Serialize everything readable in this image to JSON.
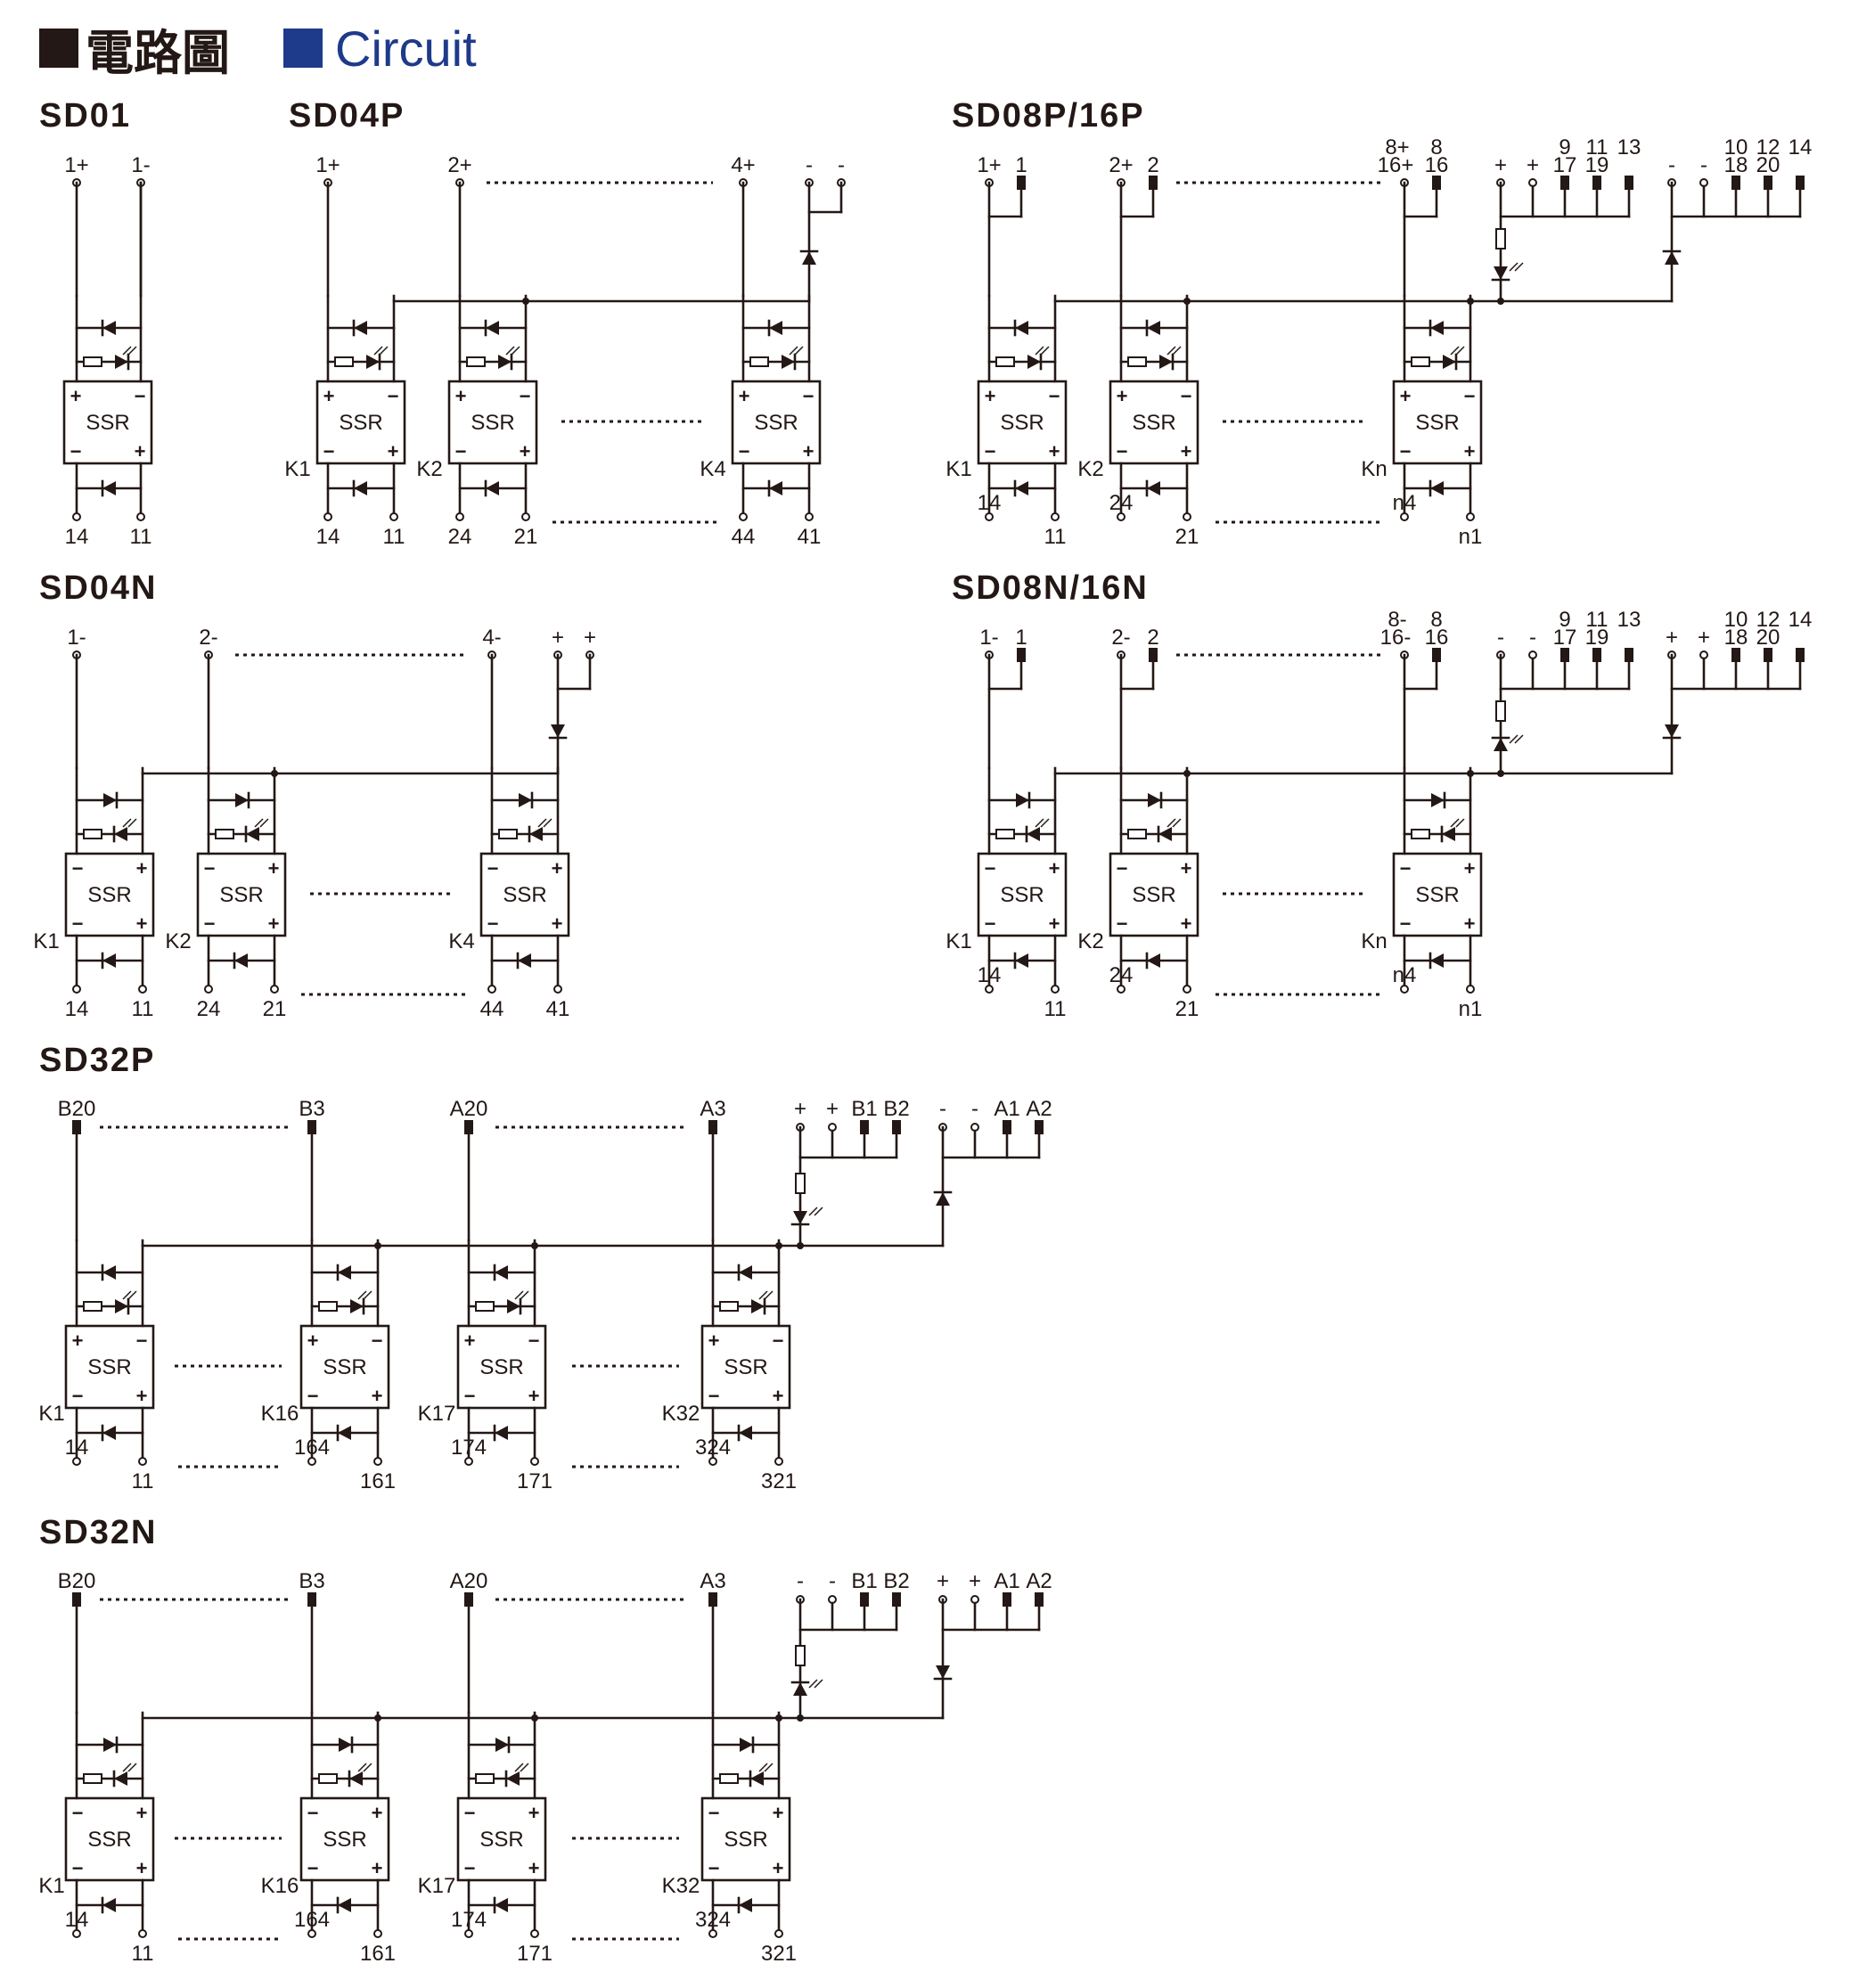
{
  "header": {
    "title_cjk": "電路圖",
    "title_en": "Circuit",
    "square_black": "#231815",
    "square_blue": "#1e3a8a"
  },
  "box_label": "SSR",
  "dots": "................",
  "colors": {
    "line": "#231815",
    "blue": "#1e3a8a"
  },
  "diagrams": {
    "sd01": {
      "title": "SD01",
      "top_labels": [
        "1+",
        "1-"
      ],
      "bottom_labels": [
        "14",
        "11"
      ]
    },
    "sd04p": {
      "title": "SD04P",
      "top_labels": [
        "1+",
        "2+",
        "4+",
        "-",
        "-"
      ],
      "relay_labels": [
        "K1",
        "K2",
        "K4"
      ],
      "bottom_labels": [
        "14",
        "11",
        "24",
        "21",
        "44",
        "41"
      ]
    },
    "sd08p": {
      "title": "SD08P/16P",
      "top_labels": [
        "1+",
        "1",
        "2+",
        "2",
        "8+",
        "16+",
        "8",
        "16",
        "+",
        "+",
        "9",
        "17",
        "11",
        "19",
        "13",
        "-",
        "-",
        "10",
        "18",
        "12",
        "20",
        "14"
      ],
      "relay_labels": [
        "K1",
        "K2",
        "Kn"
      ],
      "bottom_labels": [
        "14",
        "11",
        "24",
        "21",
        "n4",
        "n1"
      ]
    },
    "sd04n": {
      "title": "SD04N",
      "top_labels": [
        "1-",
        "2-",
        "4-",
        "+",
        "+"
      ],
      "relay_labels": [
        "K1",
        "K2",
        "K4"
      ],
      "bottom_labels": [
        "14",
        "11",
        "24",
        "21",
        "44",
        "41"
      ]
    },
    "sd08n": {
      "title": "SD08N/16N",
      "top_labels": [
        "1-",
        "1",
        "2-",
        "2",
        "8-",
        "16-",
        "8",
        "16",
        "-",
        "-",
        "9",
        "17",
        "11",
        "19",
        "13",
        "+",
        "+",
        "10",
        "18",
        "12",
        "20",
        "14"
      ],
      "relay_labels": [
        "K1",
        "K2",
        "Kn"
      ],
      "bottom_labels": [
        "14",
        "11",
        "24",
        "21",
        "n4",
        "n1"
      ]
    },
    "sd32p": {
      "title": "SD32P",
      "top_labels": [
        "B20",
        "B3",
        "A20",
        "A3",
        "+",
        "+",
        "B1",
        "B2",
        "-",
        "-",
        "A1",
        "A2"
      ],
      "relay_labels": [
        "K1",
        "K16",
        "K17",
        "K32"
      ],
      "bottom_labels": [
        "14",
        "11",
        "164",
        "161",
        "174",
        "171",
        "324",
        "321"
      ]
    },
    "sd32n": {
      "title": "SD32N",
      "top_labels": [
        "B20",
        "B3",
        "A20",
        "A3",
        "-",
        "-",
        "B1",
        "B2",
        "+",
        "+",
        "A1",
        "A2"
      ],
      "relay_labels": [
        "K1",
        "K16",
        "K17",
        "K32"
      ],
      "bottom_labels": [
        "14",
        "11",
        "164",
        "161",
        "174",
        "171",
        "324",
        "321"
      ]
    }
  }
}
